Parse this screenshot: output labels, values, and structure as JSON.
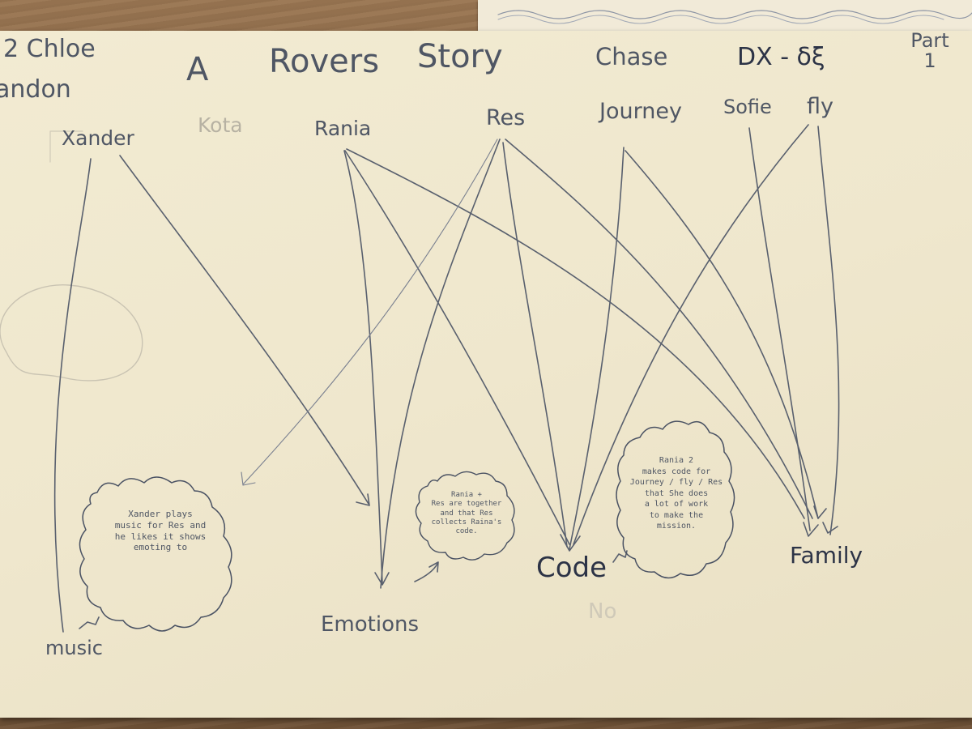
{
  "title": {
    "words": [
      "A",
      "Rovers",
      "Story"
    ],
    "part": "Part 1",
    "symbols": "DX - δξ"
  },
  "authors": [
    "2 Chloe",
    "andon",
    "Chase"
  ],
  "characters": {
    "xander": "Xander",
    "kota": "Kota",
    "rania": "Rania",
    "res": "Res",
    "journey": "Journey",
    "sofie": "Sofie",
    "fly": "fly"
  },
  "themes": {
    "music": "music",
    "emotions": "Emotions",
    "code": "Code",
    "code_faint": "No",
    "family": "Family"
  },
  "notes": {
    "xander_note": [
      "Xander plays",
      "music for Res and",
      "he likes it shows",
      "emoting to"
    ],
    "rania_res_note": [
      "Rania +",
      "Res are together",
      "and that Res",
      "collects Raina's",
      "code."
    ],
    "rania_code_note": [
      "Rania 2",
      "makes code for",
      "Journey / fly / Res",
      "that She does",
      "a lot of work",
      "to make the",
      "mission."
    ]
  },
  "colors": {
    "pencil": "#4f5664",
    "faint_pencil": "#b7b2a3",
    "paper": "#efe7cd"
  }
}
